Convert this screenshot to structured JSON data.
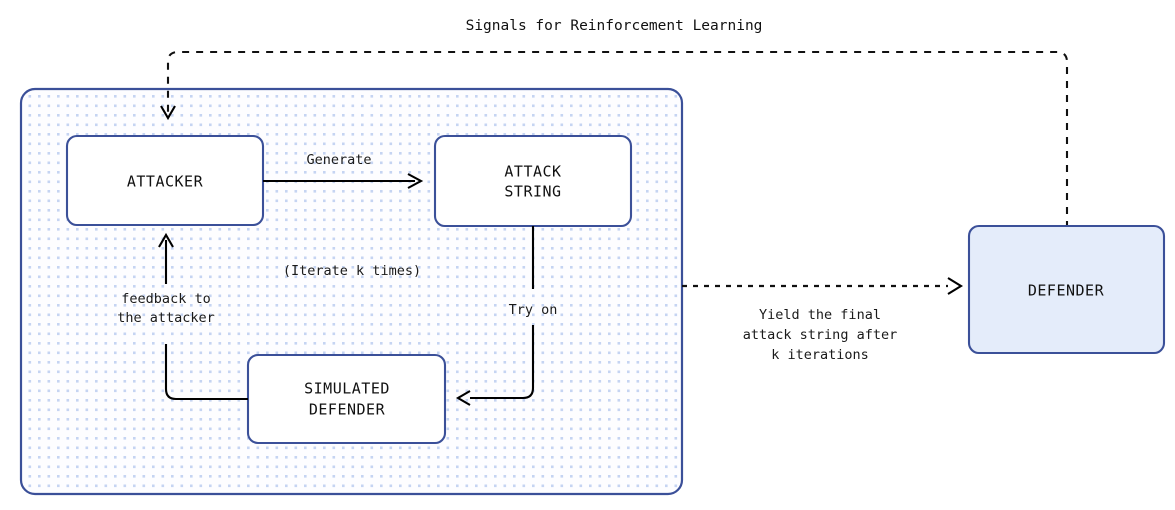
{
  "title": "Signals for Reinforcement Learning",
  "colors": {
    "box_border": "#3b5099",
    "box_fill": "#ffffff",
    "defender_fill": "#e4ecfa",
    "group_fill": "#fdfdff",
    "group_border": "#3b5099",
    "dot_pattern": "#c5d4f2",
    "edge": "#000000",
    "text": "#111111",
    "background": "#ffffff"
  },
  "nodes": {
    "attacker": {
      "label": "ATTACKER"
    },
    "attack_string": {
      "line1": "ATTACK",
      "line2": "STRING"
    },
    "simulated_defender": {
      "line1": "SIMULATED",
      "line2": "DEFENDER"
    },
    "defender": {
      "label": "DEFENDER"
    }
  },
  "edges": {
    "generate": {
      "label": "Generate"
    },
    "try_on": {
      "label": "Try on"
    },
    "feedback": {
      "line1": "feedback to",
      "line2": "the attacker"
    },
    "iterate": {
      "label": "(Iterate k times)"
    },
    "yield": {
      "line1": "Yield the final",
      "line2": "attack string after",
      "line3": "k iterations"
    }
  }
}
